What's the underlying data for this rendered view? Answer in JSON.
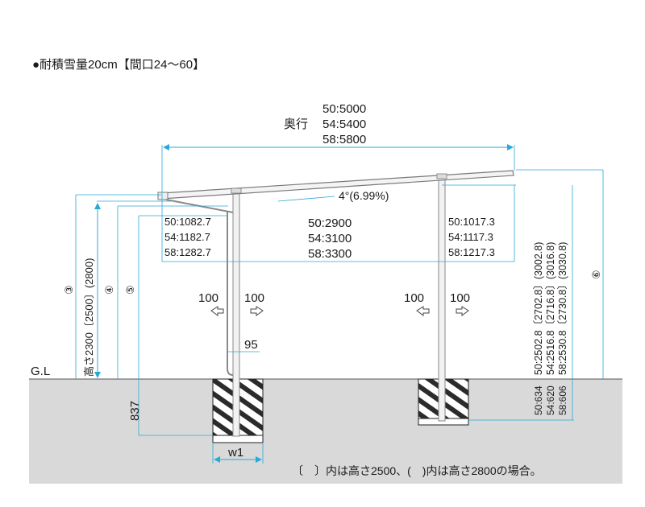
{
  "title": "●耐積雪量20cm【間口24～60】",
  "depth": {
    "label": "奥行",
    "values": [
      "50:5000",
      "54:5400",
      "58:5800"
    ]
  },
  "angle": "4°(6.99%)",
  "span_center": [
    "50:2900",
    "54:3100",
    "58:3300"
  ],
  "span_left": [
    "50:1082.7",
    "54:1182.7",
    "58:1282.7"
  ],
  "span_right": [
    "50:1017.3",
    "54:1117.3",
    "58:1217.3"
  ],
  "post_offsets": {
    "left_a": "100",
    "left_b": "100",
    "right_a": "100",
    "right_b": "100"
  },
  "gutter_dim": "95",
  "gl_label": "G.L",
  "height_label": "高さ2300〔2500〕(2800)",
  "marker_3": "③",
  "marker_4": "④",
  "marker_5": "⑤",
  "marker_6": "⑥",
  "right_height": "50:2502.8(2702.8)(3002.8)",
  "right_height_lines": [
    "50:2502.8〔2702.8〕(3002.8)",
    "54:2516.8〔2716.8〕(3016.8)",
    "58:2530.8〔2730.8〕(3030.8)"
  ],
  "embed_right": [
    "50:634",
    "54:620",
    "58:606"
  ],
  "embed_left": "837",
  "width_label": "w1",
  "footnote": "〔　〕内は高さ2500、(　)内は高さ2800の場合。",
  "colors": {
    "dimension": "#29a9d6",
    "ground": "#d9d9d9",
    "structure": "#8a8a8a"
  }
}
